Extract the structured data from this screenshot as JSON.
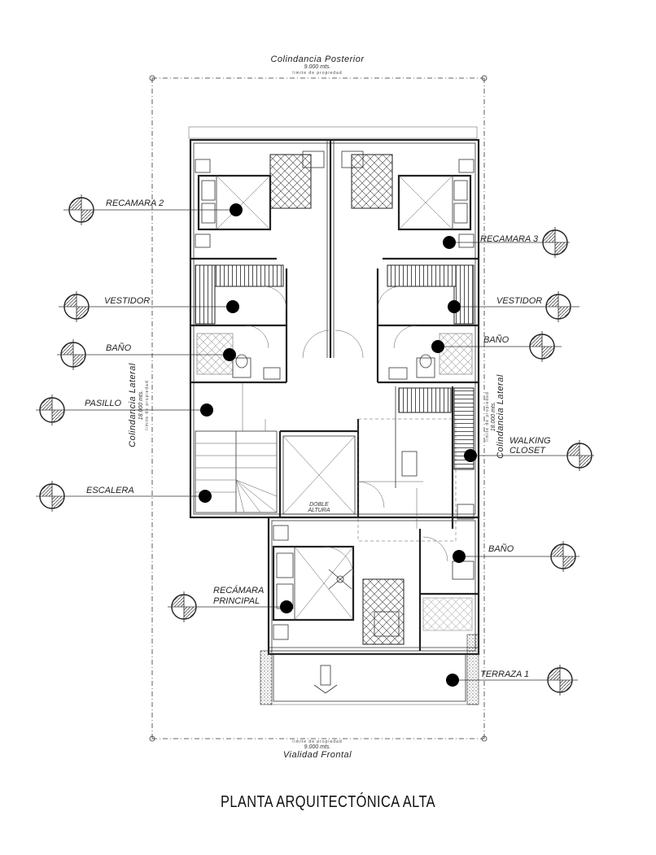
{
  "title": "PLANTA ARQUITECTÓNICA ALTA",
  "boundaries": {
    "top": {
      "name": "Colindancia Posterior",
      "dimension": "9.000 mts.",
      "note": "limite de propiedad"
    },
    "bottom": {
      "name": "Vialidad Frontal",
      "dimension": "9.000 mts.",
      "note": "limite de propiedad"
    },
    "left": {
      "name": "Colindancia Lateral",
      "dimension": "18.000 mts.",
      "note": "limite de propiedad"
    },
    "right": {
      "name": "Colindancia Lateral",
      "dimension": "18.000 mts.",
      "note": "limite de propiedad"
    }
  },
  "rooms_left": [
    {
      "id": "recamara-2",
      "label": "RECAMARA  2"
    },
    {
      "id": "vestidor-left",
      "label": "VESTIDOR"
    },
    {
      "id": "bano-left",
      "label": "BAÑO"
    },
    {
      "id": "pasillo",
      "label": "PASILLO"
    },
    {
      "id": "escalera",
      "label": "ESCALERA"
    },
    {
      "id": "recamara-principal",
      "label": "RECÁMARA PRINCIPAL",
      "lines": [
        "RECÁMARA",
        "PRINCIPAL"
      ]
    }
  ],
  "rooms_right": [
    {
      "id": "recamara-3",
      "label": "RECAMARA  3"
    },
    {
      "id": "vestidor-right",
      "label": "VESTIDOR"
    },
    {
      "id": "bano-right",
      "label": "BAÑO"
    },
    {
      "id": "walking-closet",
      "label": "WALKING CLOSET",
      "lines": [
        "WALKING",
        "CLOSET"
      ]
    },
    {
      "id": "bano-principal",
      "label": "BAÑO"
    },
    {
      "id": "terraza-1",
      "label": "TERRAZA  1"
    }
  ],
  "interior_labels": {
    "doble_altura": [
      "DOBLE",
      "ALTURA"
    ]
  }
}
